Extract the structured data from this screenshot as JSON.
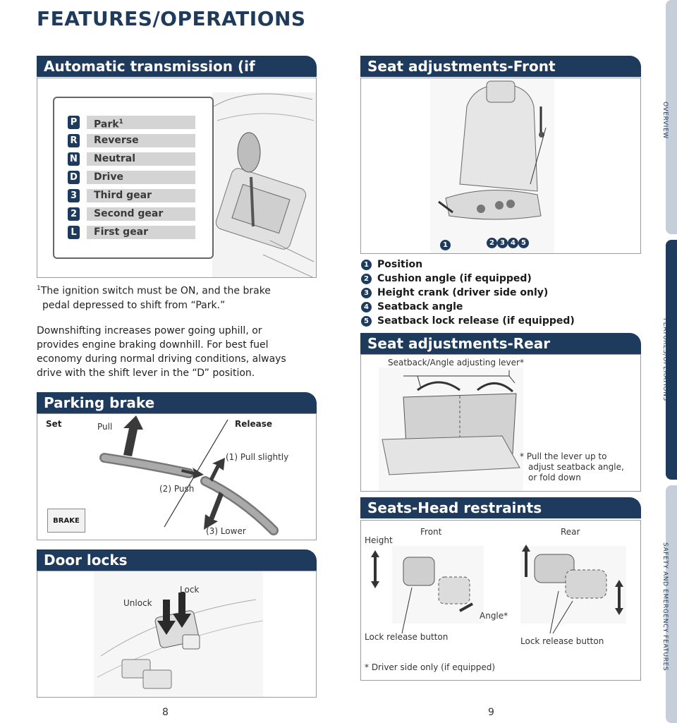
{
  "title": "FEATURES/OPERATIONS",
  "side_tabs": [
    "OVERVIEW",
    "FEATURES/OPERATIONS",
    "SAFETY AND EMERGENCY FEATURES"
  ],
  "auto_trans": {
    "heading": "Automatic transmission (if equipped)",
    "gears": [
      {
        "key": "P",
        "label": "Park",
        "sup": "1"
      },
      {
        "key": "R",
        "label": "Reverse",
        "sup": ""
      },
      {
        "key": "N",
        "label": "Neutral",
        "sup": ""
      },
      {
        "key": "D",
        "label": "Drive",
        "sup": ""
      },
      {
        "key": "3",
        "label": "Third gear",
        "sup": ""
      },
      {
        "key": "2",
        "label": "Second gear",
        "sup": ""
      },
      {
        "key": "L",
        "label": "First gear",
        "sup": ""
      }
    ],
    "footnote_mark": "1",
    "footnote_line1": "The ignition switch must be ON, and the brake",
    "footnote_line2": "pedal depressed to shift from “Park.”",
    "para_lines": [
      "Downshifting increases power going uphill, or",
      "provides engine braking downhill. For best fuel",
      "economy during normal driving conditions, always",
      "drive with the shift lever in the “D” position."
    ]
  },
  "parking_brake": {
    "heading": "Parking brake",
    "set": "Set",
    "release": "Release",
    "pull": "Pull",
    "pull_slightly": "(1) Pull slightly",
    "push": "(2) Push",
    "lower": "(3) Lower",
    "brake_badge": "BRAKE"
  },
  "door_locks": {
    "heading": "Door locks",
    "lock": "Lock",
    "unlock": "Unlock"
  },
  "seat_front": {
    "heading": "Seat adjustments-Front",
    "items": [
      {
        "num": "1",
        "label": "Position"
      },
      {
        "num": "2",
        "label": "Cushion angle (if equipped)"
      },
      {
        "num": "3",
        "label": "Height crank (driver side only)"
      },
      {
        "num": "4",
        "label": "Seatback angle"
      },
      {
        "num": "5",
        "label": "Seatback lock release (if equipped)"
      }
    ]
  },
  "seat_rear": {
    "heading": "Seat adjustments-Rear",
    "lever_label": "Seatback/Angle adjusting lever*",
    "note_line1": "* Pull the lever up to",
    "note_line2": "adjust seatback angle,",
    "note_line3": "or fold down"
  },
  "head_restraints": {
    "heading": "Seats-Head restraints",
    "front": "Front",
    "rear": "Rear",
    "height": "Height",
    "angle": "Angle*",
    "lock_release_front": "Lock release button",
    "lock_release_rear": "Lock release button",
    "note": "* Driver side only (if equipped)"
  },
  "page_left": "8",
  "page_right": "9",
  "colors": {
    "navy": "#1e3a5c",
    "tab_inactive": "#c6ceda",
    "label_gray": "#d4d4d4"
  }
}
